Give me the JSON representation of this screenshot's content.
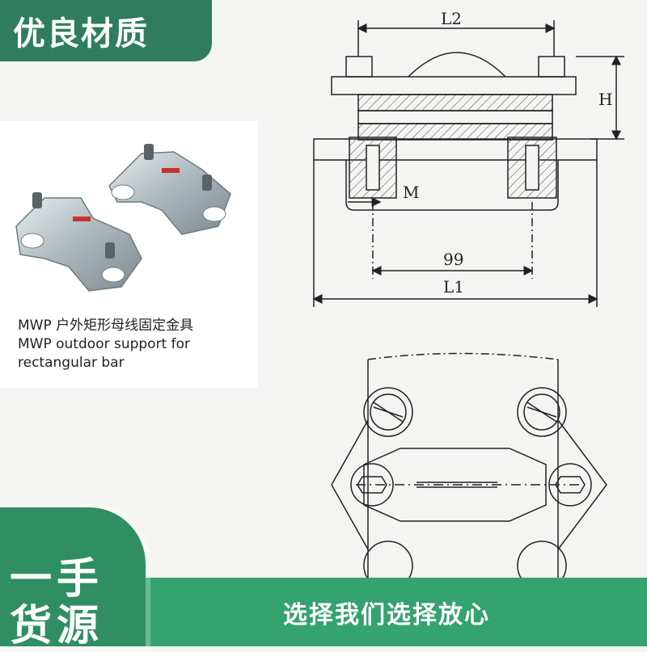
{
  "badge": {
    "text": "优良材质"
  },
  "product": {
    "caption_cn": "MWP 户外矩形母线固定金具",
    "caption_en_1": "MWP outdoor support for",
    "caption_en_2": "rectangular bar"
  },
  "drawing": {
    "label_l2": "L2",
    "label_h": "H",
    "label_m": "M",
    "label_99": "99",
    "label_l1": "L1"
  },
  "footer": {
    "left_line1": "一手",
    "left_line2": "货源",
    "slogan": "选择我们选择放心"
  },
  "colors": {
    "brand_green": "#2f7d5e",
    "footer_green": "#35a36e"
  }
}
